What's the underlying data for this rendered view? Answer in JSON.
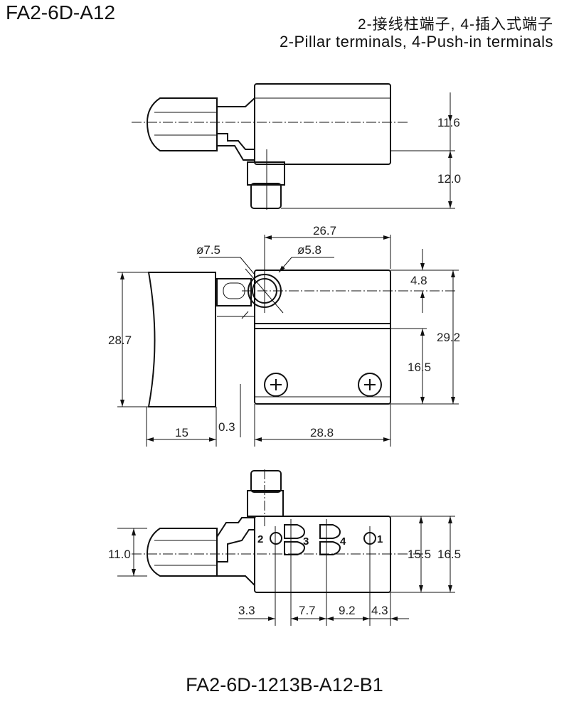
{
  "header": {
    "title": "FA2-6D-A12",
    "subtitle_cn": "2-接线柱端子, 4-插入式端子",
    "subtitle_en": "2-Pillar terminals, 4-Push-in terminals"
  },
  "side_view": {
    "dims": [
      "11.6",
      "12.0"
    ]
  },
  "front_view": {
    "dims": {
      "width_top": "26.7",
      "dia_outer": "ø7.5",
      "dia_inner": "ø5.8",
      "d4_8": "4.8",
      "height_total": "29.2",
      "height_lower": "16.5",
      "trigger_height": "28.7",
      "trigger_width": "15",
      "gap": "0.3",
      "body_width": "28.8"
    }
  },
  "bottom_view": {
    "terminals": [
      "2",
      "3",
      "4",
      "1"
    ],
    "dims": {
      "trigger": "11.0",
      "h1": "15.5",
      "h2": "16.5",
      "d1": "3.3",
      "d2": "7.7",
      "d3": "9.2",
      "d4": "4.3"
    }
  },
  "footer": {
    "model": "FA2-6D-1213B-A12-B1"
  }
}
